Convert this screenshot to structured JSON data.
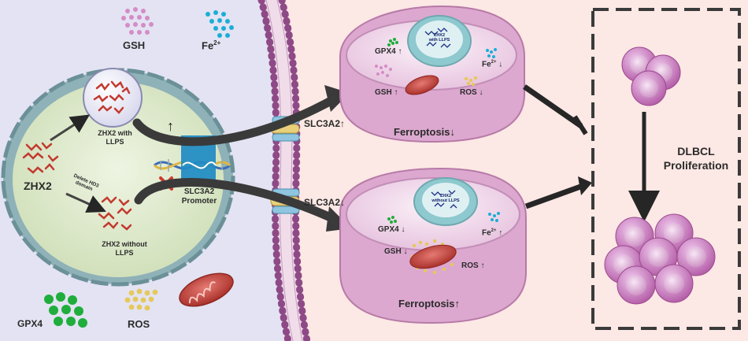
{
  "molecules": {
    "gsh": "GSH",
    "fe": "Fe",
    "fe_sup": "2+",
    "gpx4": "GPX4",
    "ros": "ROS"
  },
  "nucleus": {
    "zhx2": "ZHX2",
    "with_llps_line1": "ZHX2 with",
    "with_llps_line2": "LLPS",
    "delete_line1": "Delete HD3",
    "delete_line2": "domain",
    "without_llps_line1": "ZHX2 without",
    "without_llps_line2": "LLPS",
    "promoter_line1": "SLC3A2",
    "promoter_line2": "Promoter",
    "up_arrow": "↑"
  },
  "membrane": {
    "slc3a2_up": "SLC3A2↑",
    "slc3a2_down": "SLC3A2↓"
  },
  "cell_top": {
    "nucleus_line1": "ZHX2",
    "nucleus_line2": "with LLPS",
    "gpx4": "GPX4 ↑",
    "gsh": "GSH ↑",
    "fe": "Fe",
    "fe_sup": "2+",
    "fe_arrow": " ↓",
    "ros": "ROS ↓",
    "ferroptosis": "Ferroptosis↓"
  },
  "cell_bottom": {
    "nucleus_line1": "ZHX2",
    "nucleus_line2": "without LLPS",
    "gpx4": "GPX4 ↓",
    "gsh": "GSH ↓",
    "fe": "Fe",
    "fe_sup": "2+",
    "fe_arrow": " ↑",
    "ros": "ROS ↑",
    "ferroptosis": "Ferroptosis↑"
  },
  "outcome": {
    "line1": "DLBCL",
    "line2": "Proliferation"
  },
  "colors": {
    "left_bg": "#e3e3f3",
    "right_bg": "#fce8e4",
    "nucleus_fill": "#dbe8c8",
    "nucleus_rim": "#8fb1b8",
    "protein_red": "#c23a2e",
    "promoter_blue": "#1e8bc3",
    "membrane_purple": "#8e4a86",
    "cell_pink": "#e6b5d8",
    "gpx4_green": "#1fae3c",
    "fe_teal": "#1aaed6",
    "ros_yellow": "#e6c85a",
    "gsh_pink": "#d58cc6",
    "dark_arrow": "#262626"
  }
}
